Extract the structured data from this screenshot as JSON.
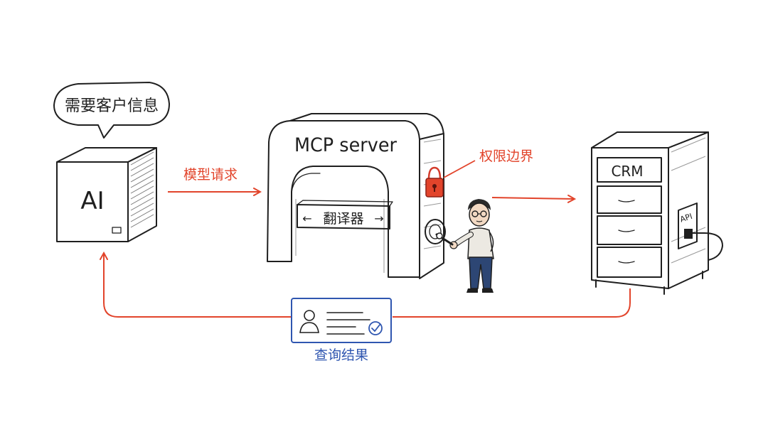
{
  "speech_bubble": {
    "text": "需要客户信息"
  },
  "ai_box": {
    "label": "AI"
  },
  "gateway": {
    "title": "MCP server",
    "translator_label": "翻译器",
    "arrow_left": "←",
    "arrow_right": "→"
  },
  "labels": {
    "model_request": "模型请求",
    "permission_boundary": "权限边界",
    "query_result": "查询结果"
  },
  "crm": {
    "label": "CRM",
    "api_label": "API"
  },
  "colors": {
    "flow": "#e2442b",
    "result": "#2f56b0",
    "ink": "#1f1f1f"
  },
  "icons": [
    "padlock-icon",
    "keyhole-icon",
    "user-card-icon",
    "checkmark-icon",
    "plug-icon"
  ]
}
